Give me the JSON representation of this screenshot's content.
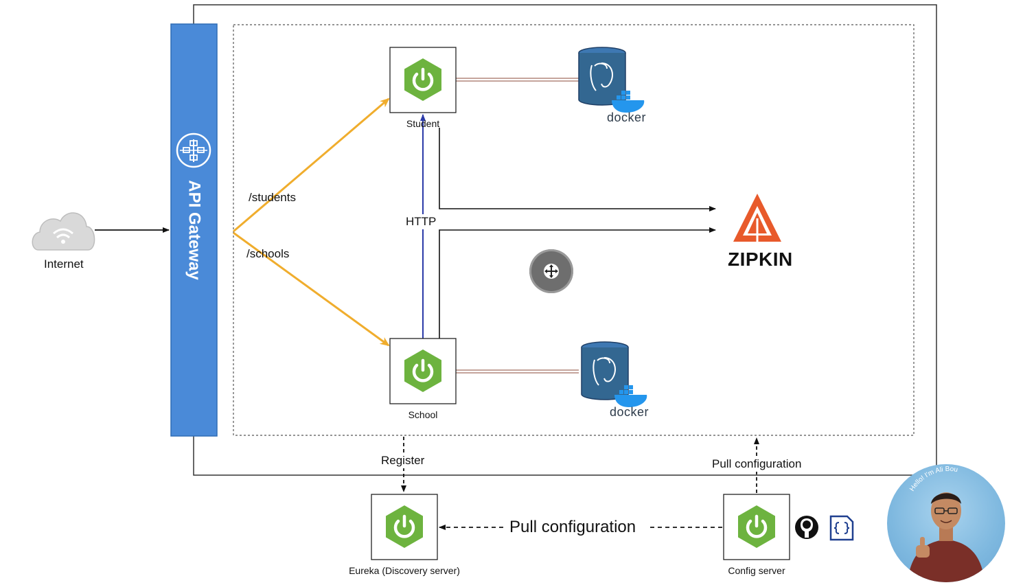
{
  "gateway": {
    "label": "API Gateway"
  },
  "internet": {
    "label": "Internet"
  },
  "routes": {
    "students": "/students",
    "schools": "/schools"
  },
  "services": {
    "student": {
      "label": "Student"
    },
    "school": {
      "label": "School"
    },
    "eureka": {
      "label": "Eureka (Discovery server)"
    },
    "config": {
      "label": "Config server"
    }
  },
  "links": {
    "http": "HTTP",
    "register": "Register",
    "pull_config_top": "Pull configuration",
    "pull_config_bottom": "Pull configuration"
  },
  "zipkin": {
    "label": "ZIPKIN"
  },
  "databases": {
    "student_db_label": "docker",
    "school_db_label": "docker"
  },
  "presenter": {
    "badge_text": "Hello! I'm Ali Bou"
  },
  "colors": {
    "gateway_blue": "#4a8ad8",
    "spring_green": "#6db33f",
    "route_orange": "#f0ad2d",
    "http_blue": "#2b3aa8",
    "zipkin_orange": "#e85a2b",
    "db_blue": "#336791"
  }
}
